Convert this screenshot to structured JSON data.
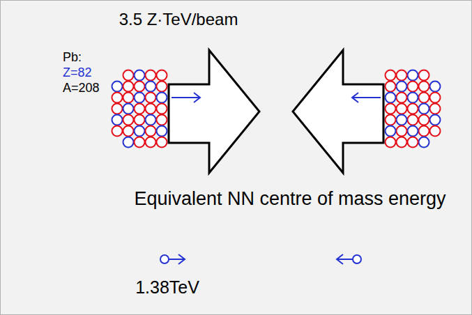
{
  "diagram": {
    "labels": [
      "3.5 Z·TeV/beam",
      "Pb:",
      "Z=82",
      "A=208",
      "Equivalent NN centre of mass energy",
      "1.38TeV"
    ]
  }
}
